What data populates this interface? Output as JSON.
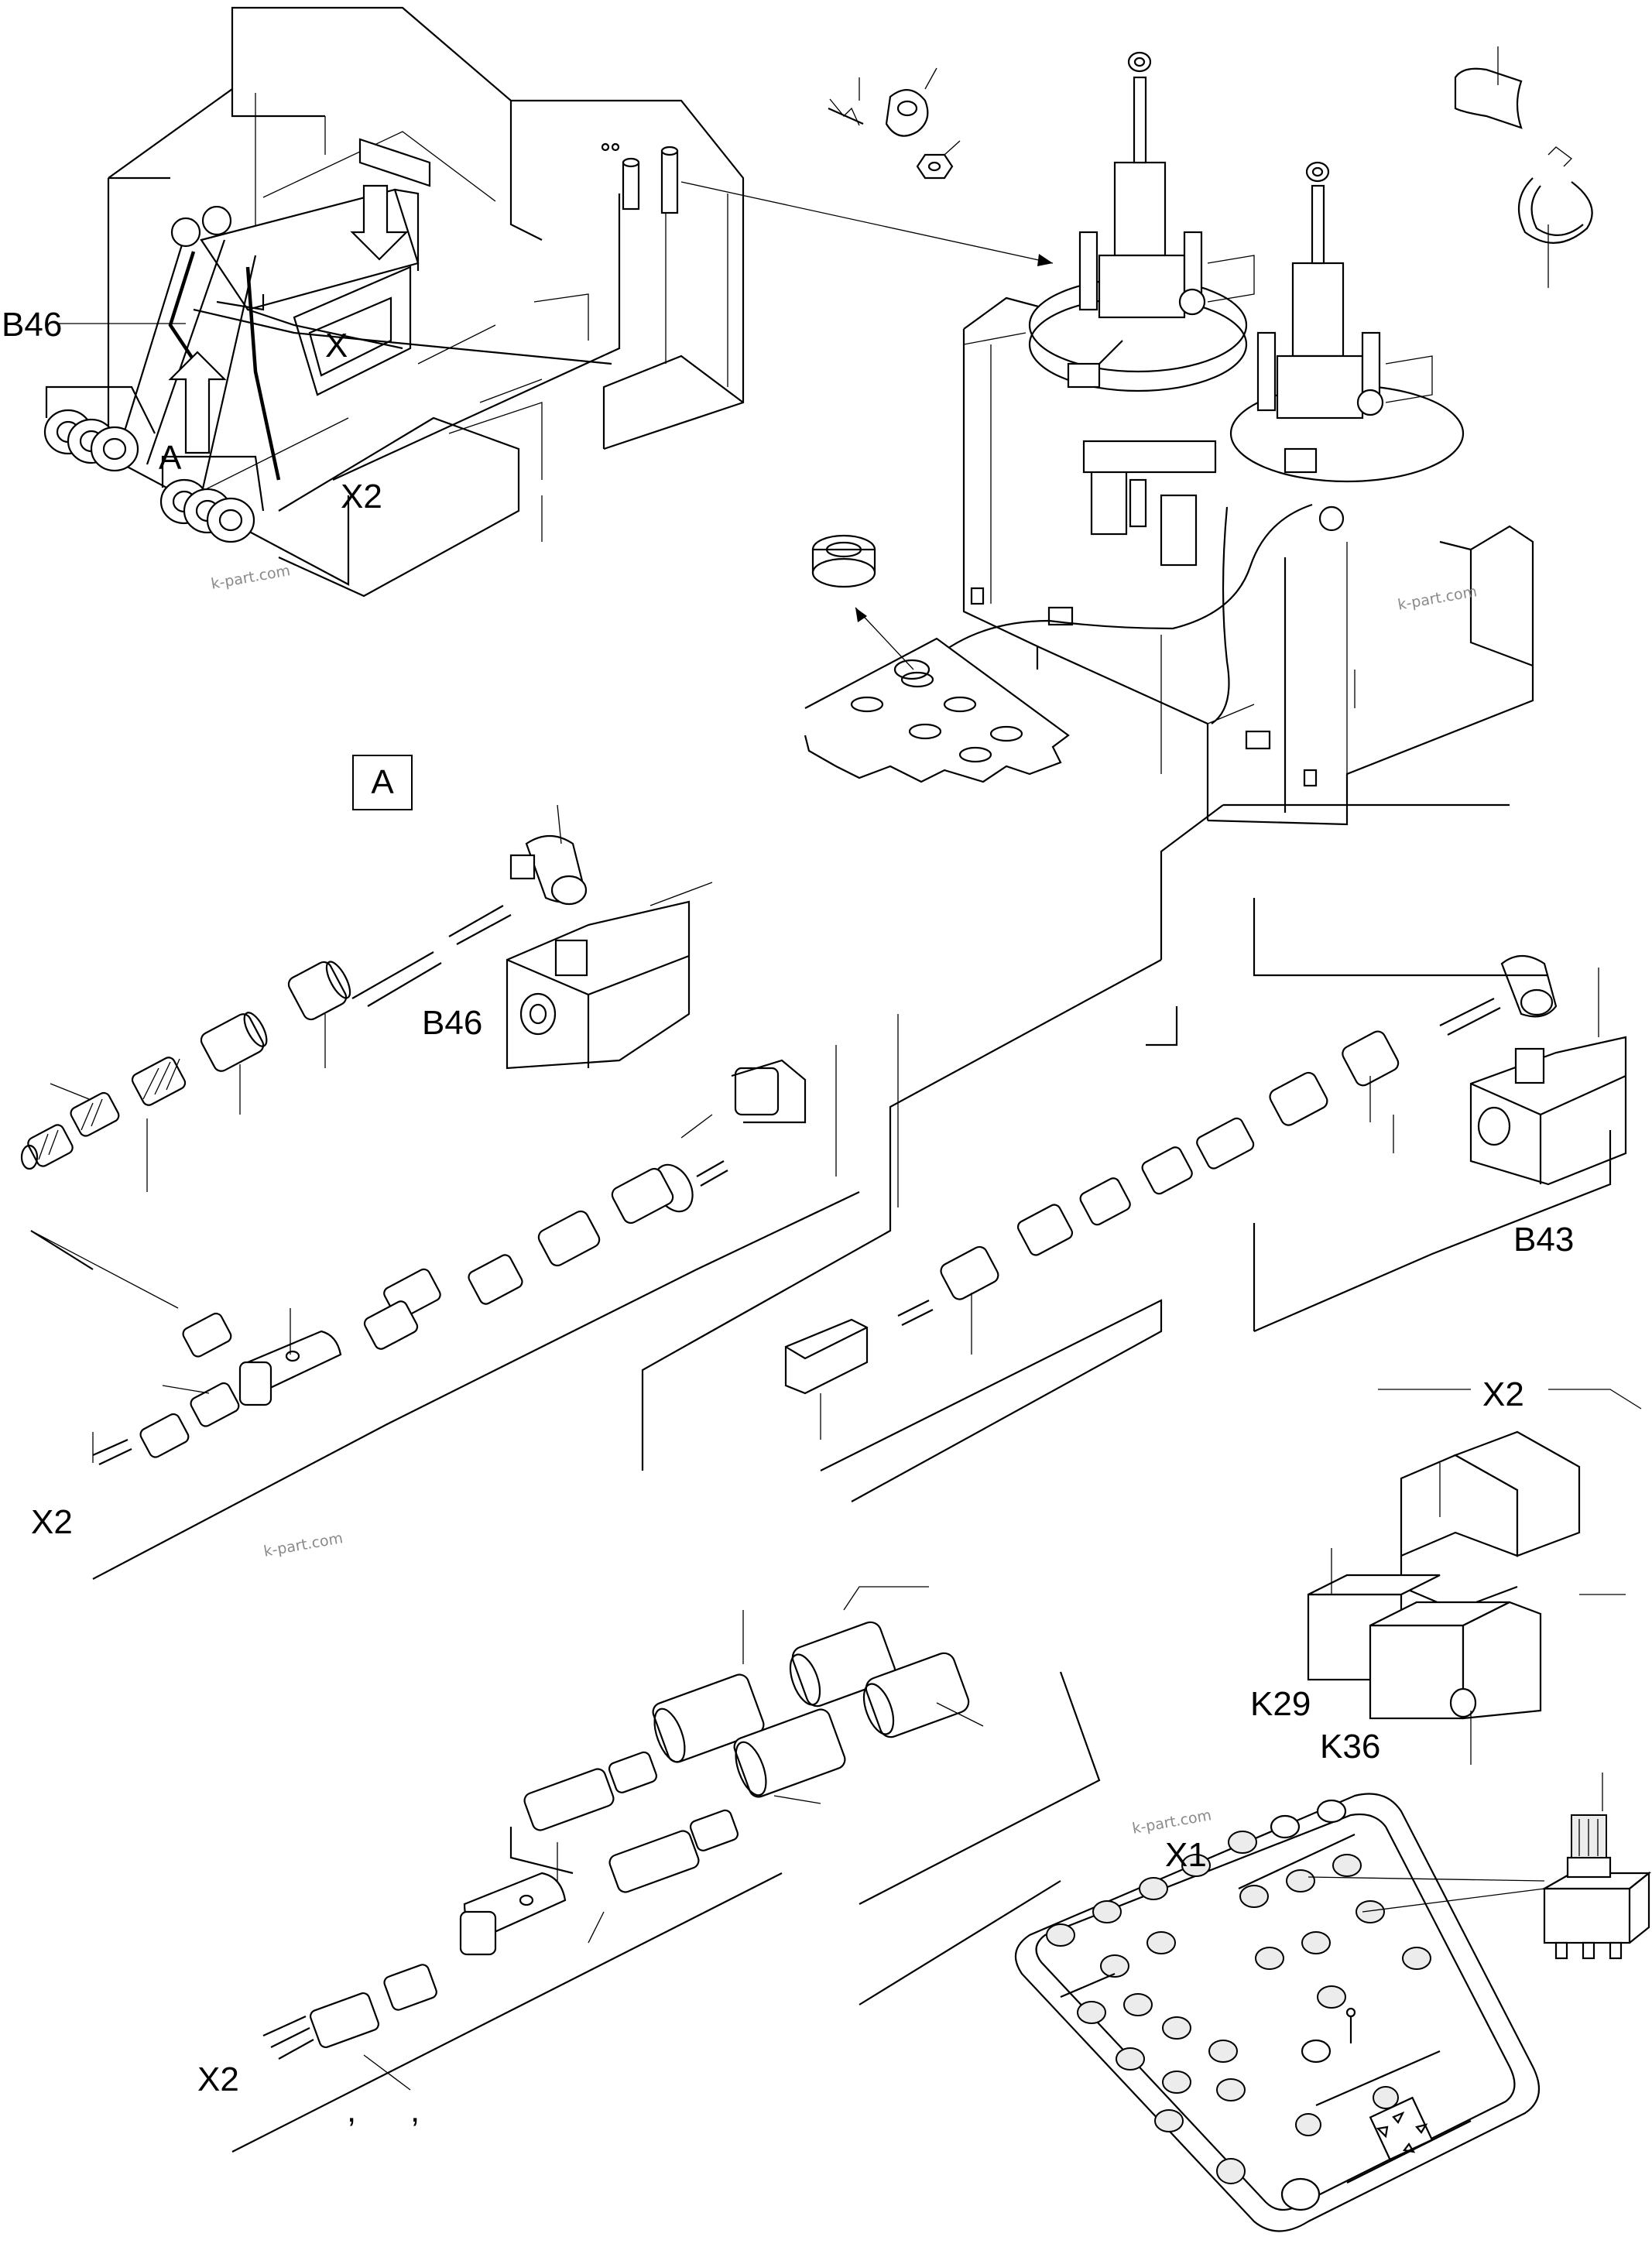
{
  "labels": {
    "b46_top": "B46",
    "x_top": "X",
    "a_top": "A",
    "x2_top": "X2",
    "a_box": "A",
    "b46_detail": "B46",
    "b43": "B43",
    "x2_left": "X2",
    "x2_right": "X2",
    "k29": "K29",
    "k36": "K36",
    "x1": "X1",
    "x2_bottom": "X2",
    "comma_1": ",",
    "comma_2": ","
  },
  "watermarks": {
    "wm_1": "k-part.com",
    "wm_2": "k-part.com",
    "wm_3": "k-part.com",
    "wm_4": "k-part.com"
  }
}
